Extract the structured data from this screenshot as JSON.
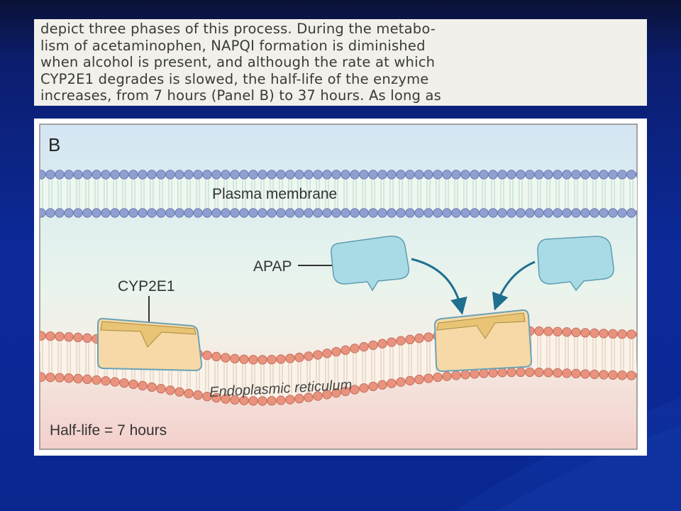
{
  "excerpt": {
    "lines": [
      "depict three phases of this process. During the metabo-",
      "lism of acetaminophen, NAPQI formation is diminished",
      "when alcohol is present, and although the rate at which",
      "CYP2E1 degrades is slowed, the half-life of the enzyme",
      "increases, from 7 hours (Panel B) to 37 hours. As long as"
    ]
  },
  "figure": {
    "panel_letter": "B",
    "plasma_membrane_label": "Plasma membrane",
    "apap_label": "APAP",
    "enzyme_label": "CYP2E1",
    "er_label": "Endoplasmic reticulum",
    "half_life_label": "Half-life = 7 hours"
  },
  "colors": {
    "slide_background": "#0c2a9a",
    "membrane_head_blue": "#8f9fd0",
    "membrane_head_salmon": "#e9937e",
    "apap_fill": "#a9dbe6",
    "enzyme_fill": "#f6d9a6",
    "arrow": "#1f6f8f"
  }
}
